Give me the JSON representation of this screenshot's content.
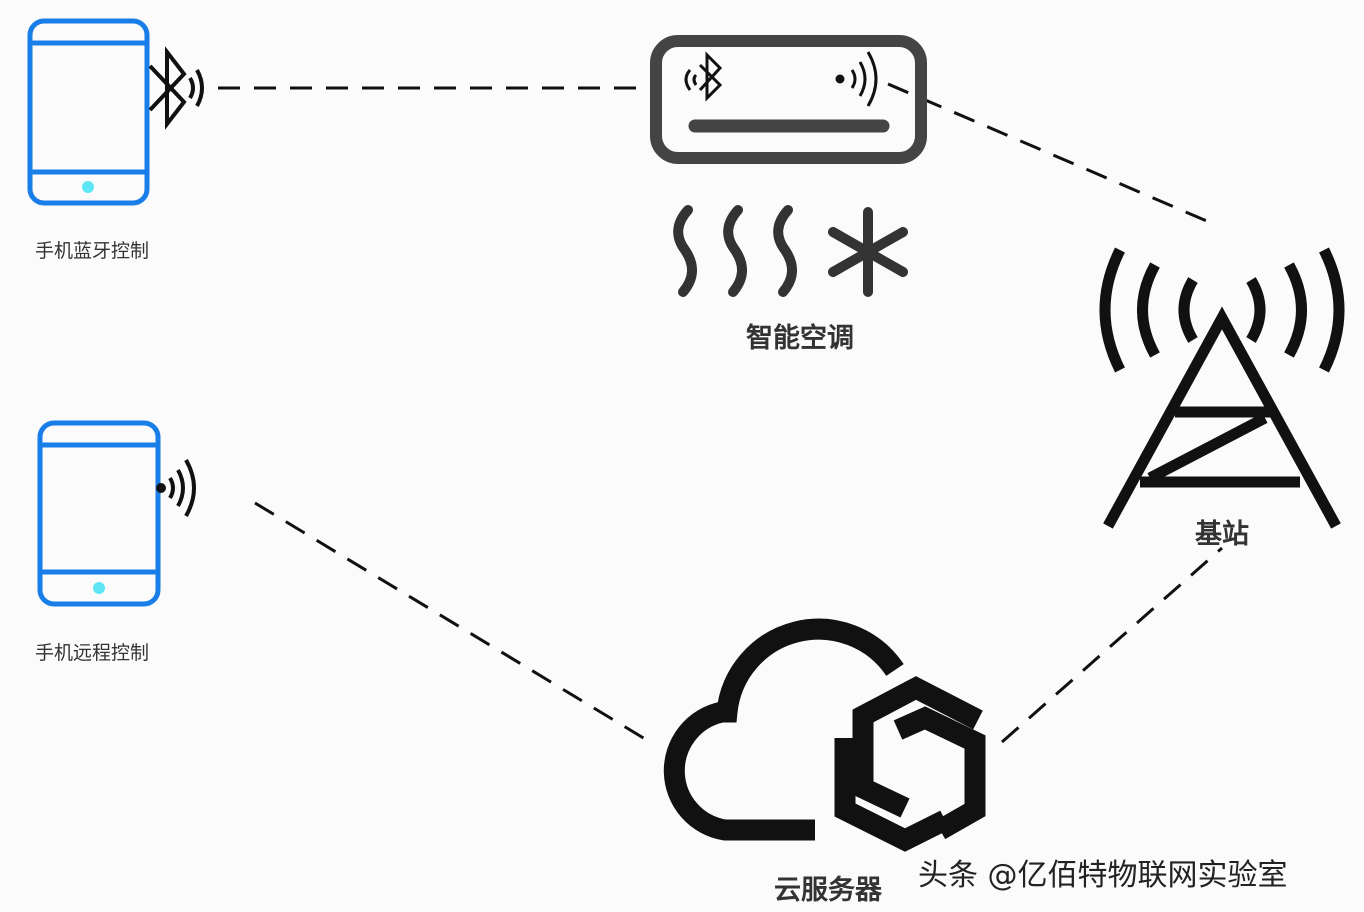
{
  "labels": {
    "phone_bluetooth": "手机蓝牙控制",
    "phone_remote": "手机远程控制",
    "air_conditioner": "智能空调",
    "base_station": "基站",
    "cloud_server": "云服务器"
  },
  "watermark": "头条 @亿佰特物联网实验室",
  "colors": {
    "phone": "#1a7ee8",
    "phone_button": "#5fe6f5",
    "ac": "#444444",
    "ink": "#111111"
  }
}
